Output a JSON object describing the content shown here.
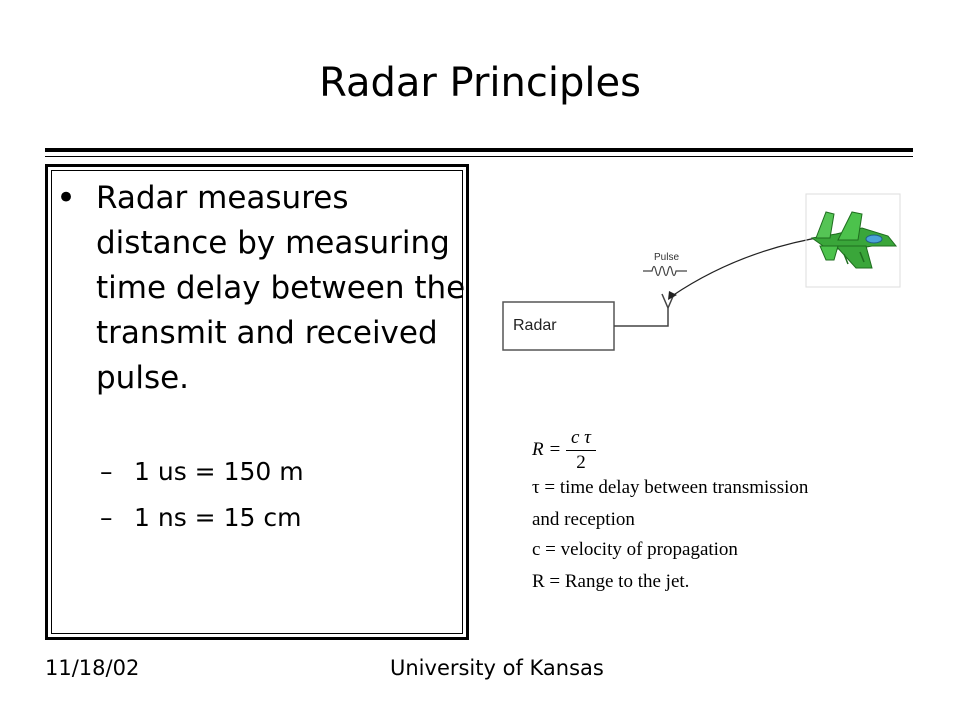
{
  "slide": {
    "title": "Radar Principles",
    "bullet_marker": "•",
    "bullet": "Radar measures distance by measuring time delay between the transmit and received pulse.",
    "sub_marker": "–",
    "subbullets": [
      "1 us = 150 m",
      "1 ns = 15 cm"
    ]
  },
  "diagram": {
    "radar_label": "Radar",
    "pulse_label": "Pulse",
    "target_icon": "fighter-jet-icon",
    "jet_color": "#3aa63a"
  },
  "formula": {
    "lhs": "R =",
    "numerator": "c τ",
    "denominator": "2",
    "lines": [
      "τ = time delay between transmission",
      "and reception",
      "c = velocity of propagation",
      "R = Range to the jet."
    ]
  },
  "footer": {
    "date": "11/18/02",
    "organization": "University of Kansas"
  }
}
